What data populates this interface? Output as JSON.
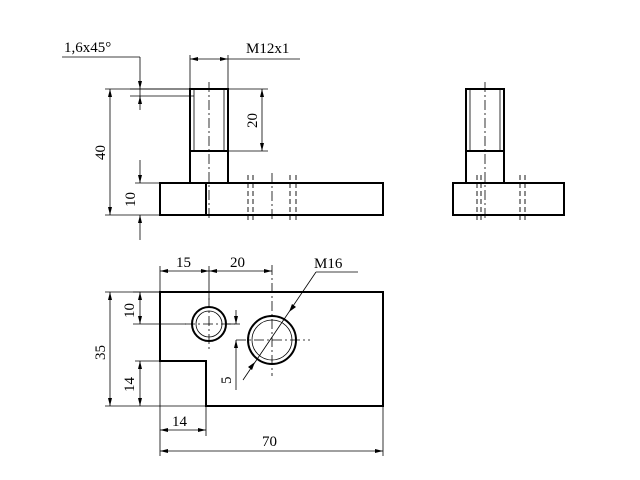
{
  "labels": {
    "chamfer": "1,6x45°",
    "thread_small": "M12x1",
    "dim_20_vert": "20",
    "dim_40": "40",
    "dim_10_front": "10",
    "dim_15": "15",
    "dim_20_horiz": "20",
    "thread_large": "M16",
    "dim_10_top": "10",
    "dim_35": "35",
    "dim_5": "5",
    "dim_14_vert": "14",
    "dim_14_horiz": "14",
    "dim_70": "70"
  }
}
